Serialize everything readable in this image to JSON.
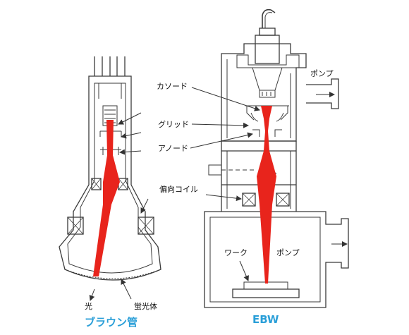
{
  "colors": {
    "line": "#3a3a3a",
    "beam": "#e8241c",
    "caption": "#2b9fd8",
    "window": "#ffffff"
  },
  "labels": {
    "cathode": "カソード",
    "grid": "グリッド",
    "anode": "アノード",
    "deflection_coil": "偏向コイル",
    "work": "ワーク",
    "pump_top": "ポンプ",
    "pump_bottom": "ポンプ",
    "light": "光",
    "phosphor": "蛍光体"
  },
  "captions": {
    "crt": "ブラウン管",
    "ebw": "EBW"
  }
}
